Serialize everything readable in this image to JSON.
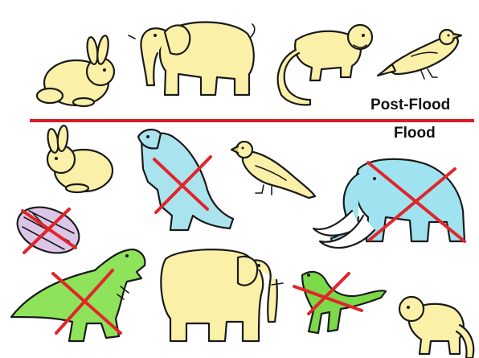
{
  "labels": {
    "post_flood": "Post-Flood",
    "flood": "Flood"
  },
  "colors": {
    "divider": "#d81c24",
    "extinct_mark": "#e0262b",
    "living_animal_fill": "#faf0a8",
    "bear_fill": "#a9e4ee",
    "mammoth_fill": "#9fe3f0",
    "trilobite_fill": "#dcc6e8",
    "trex_fill": "#8ee35a",
    "small_dino_fill": "#7bd94a"
  },
  "post_flood_animals": [
    {
      "name": "rabbit",
      "icon": "rabbit-icon",
      "extinct": false
    },
    {
      "name": "elephant",
      "icon": "elephant-icon",
      "extinct": false
    },
    {
      "name": "monkey",
      "icon": "monkey-icon",
      "extinct": false
    },
    {
      "name": "bird",
      "icon": "bird-icon",
      "extinct": false
    }
  ],
  "flood_animals": [
    {
      "name": "rabbit",
      "icon": "rabbit-icon",
      "extinct": false
    },
    {
      "name": "bear",
      "icon": "bear-icon",
      "extinct": true
    },
    {
      "name": "bird",
      "icon": "bird-icon",
      "extinct": false
    },
    {
      "name": "mammoth",
      "icon": "mammoth-icon",
      "extinct": true
    },
    {
      "name": "trilobite",
      "icon": "trilobite-icon",
      "extinct": true
    },
    {
      "name": "t-rex",
      "icon": "t-rex-icon",
      "extinct": true
    },
    {
      "name": "elephant",
      "icon": "elephant-icon",
      "extinct": false
    },
    {
      "name": "small dinosaur",
      "icon": "small-dinosaur-icon",
      "extinct": true
    },
    {
      "name": "monkey",
      "icon": "monkey-icon",
      "extinct": false
    }
  ]
}
